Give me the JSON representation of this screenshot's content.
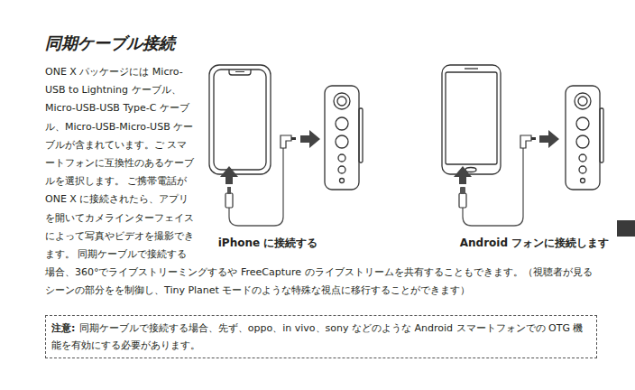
{
  "diagram": {
    "title": "同期ケーブル接続",
    "nodes": [
      {
        "text": [
          "注意:",
          "同期ケーブルで接続する場合、先ず、oppo、in vivo、sony などのような Android スマートフォンでの OTG 機能を有効にする必要があります。"
        ]
      }
    ],
    "edges": [],
    "labels": [
      "ONE X パッケージには Micro-USB to Lightning ケーブル、Micro-USB-USB Type-C ケーブル、Micro-USB-Micro-USB ケーブルが含まれています。ご スマートフォンに互換性のあるケーブルを選択します。 ご携帯電話が ONE X に接続されたら、アプリを開いてカメラインターフェイスによって写真やビデオを撮影できます。 同期ケーブルで接続する場合、360°でライブストリーミングするや FreeCapture のライブストリームを共有することもできます。（視聴者が見るシーンの部分をを制御し、Tiny Planet モードのような特殊な視点に移行することができます）",
      "iPhone に接続する",
      "Android フォンに接続します"
    ]
  }
}
